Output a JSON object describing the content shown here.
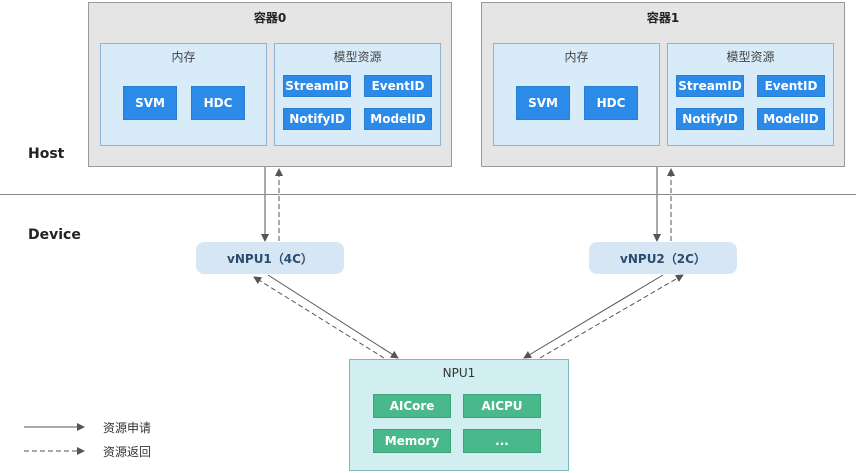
{
  "zones": {
    "host": "Host",
    "device": "Device"
  },
  "containers": [
    {
      "title": "容器0",
      "memory": {
        "title": "内存",
        "items": [
          "SVM",
          "HDC"
        ]
      },
      "model_resources": {
        "title": "模型资源",
        "items": [
          "StreamID",
          "EventID",
          "NotifyID",
          "ModelID"
        ]
      }
    },
    {
      "title": "容器1",
      "memory": {
        "title": "内存",
        "items": [
          "SVM",
          "HDC"
        ]
      },
      "model_resources": {
        "title": "模型资源",
        "items": [
          "StreamID",
          "EventID",
          "NotifyID",
          "ModelID"
        ]
      }
    }
  ],
  "vnpus": [
    {
      "label": "vNPU1（4C）"
    },
    {
      "label": "vNPU2（2C）"
    }
  ],
  "npu": {
    "title": "NPU1",
    "items": [
      "AICore",
      "AICPU",
      "Memory",
      "..."
    ]
  },
  "legend": {
    "request": "资源申请",
    "return": "资源返回"
  },
  "colors": {
    "container_bg": "#e5e5e5",
    "panel_bg": "#d8ebf9",
    "blue": "#2c8ae8",
    "green": "#49b98c",
    "npu_bg": "#d1eef0"
  }
}
